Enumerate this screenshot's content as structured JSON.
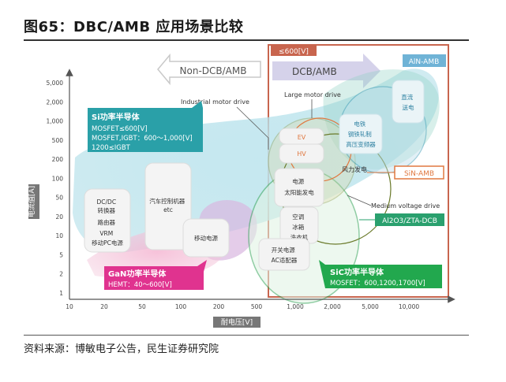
{
  "header": {
    "title": "图65：DBC/AMB 应用场景比较"
  },
  "footer": {
    "source": "资料来源：博敏电子公告，民生证券研究院"
  },
  "chart_data": {
    "type": "scatter",
    "xlabel": "耐电压[V]",
    "ylabel": "电流值[A]",
    "x_ticks": [
      "10",
      "20",
      "50",
      "100",
      "200",
      "500",
      "1,000",
      "2,000",
      "5,000",
      "10,000"
    ],
    "y_ticks": [
      "5,000",
      "2,000",
      "1,000",
      "500",
      "200",
      "100",
      "50",
      "20",
      "10",
      "5",
      "2",
      "1"
    ],
    "x_scale": "log",
    "y_scale": "log",
    "banners": {
      "non_dcb": "Non-DCB/AMB",
      "dcb": "DCB/AMB",
      "threshold": "≤600[V]"
    },
    "callouts": {
      "si": [
        "Si功率半导体",
        "MOSFET≤600[V]",
        "MOSFET,IGBT：600～1,000[V]",
        "1200≤IGBT"
      ],
      "gan": [
        "GaN功率半导体",
        "HEMT：40～600[V]"
      ],
      "sic": [
        "SiC功率半导体",
        "MOSFET：600,1200,1700[V]"
      ]
    },
    "right_labels": {
      "ain": "AlN-AMB",
      "sin": "SiN-AMB",
      "al2o3": "Al2O3/ZTA-DCB"
    },
    "region_labels": {
      "industrial": "Industrial motor drive",
      "large_motor": "Large motor drive",
      "medium_voltage": "Medium voltage drive"
    },
    "boxes": {
      "dcdc": [
        "DC/DC",
        "转换器",
        "路由器",
        "VRM",
        "移动PC电源"
      ],
      "auto_ctrl": [
        "汽车控制机器",
        "etc"
      ],
      "mobile_power": [
        "移动电源"
      ],
      "ev": [
        "EV"
      ],
      "hv": [
        "HV"
      ],
      "power_solar": [
        "电源",
        "太阳能发电"
      ],
      "appliance": [
        "空调",
        "冰箱",
        "洗衣机"
      ],
      "switch_power": [
        "开关电源",
        "AC适配器"
      ],
      "wind": [
        "风力发电"
      ],
      "rail": [
        "电铁",
        "钢铁轧制",
        "高压变频器"
      ],
      "dc_transmission": [
        "直流",
        "送电"
      ]
    },
    "colors": {
      "si": "#2aa0a8",
      "gan": "#e0338f",
      "sic": "#22a84e",
      "threshold_frame": "#c8654e",
      "ain": "#6fb3d6",
      "sin": "#e07840",
      "al2o3": "#2aa06e"
    }
  }
}
